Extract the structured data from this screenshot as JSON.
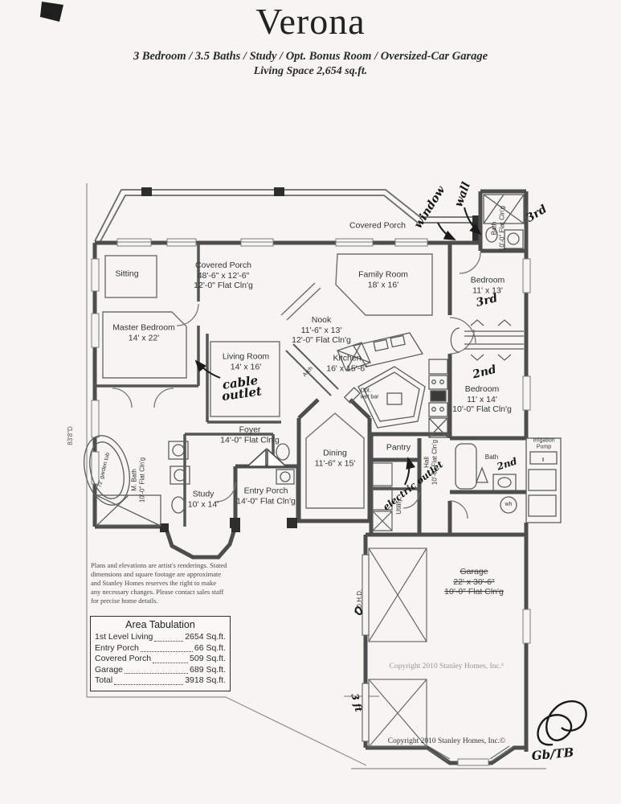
{
  "header": {
    "title": "Verona",
    "subtitle": "3 Bedroom / 3.5 Baths / Study / Opt. Bonus Room / Oversized-Car Garage",
    "living_space": "Living Space 2,654 sq.ft."
  },
  "rooms": {
    "covered_porch_top": {
      "name": "Covered Porch"
    },
    "covered_porch_left": {
      "name": "Covered Porch",
      "dims": "48'-6\" x 12'-6\"",
      "ceiling": "12'-0\"  Flat Cln'g"
    },
    "sitting": {
      "name": "Sitting"
    },
    "master_bedroom": {
      "name": "Master Bedroom",
      "dims": "14' x 22'"
    },
    "family_room": {
      "name": "Family Room",
      "dims": "18' x 16'"
    },
    "nook": {
      "name": "Nook",
      "dims": "11'-6\" x 13'",
      "ceiling": "12'-0\" Flat Cln'g"
    },
    "kitchen": {
      "name": "Kitchen",
      "dims": "16' x 15'-6\""
    },
    "living_room": {
      "name": "Living Room",
      "dims": "14' x 16'"
    },
    "bedroom_3": {
      "name": "Bedroom",
      "dims": "11' x 13'"
    },
    "bedroom_2": {
      "name": "Bedroom",
      "dims": "11' x 14'",
      "ceiling": "10'-0\" Flat Cln'g"
    },
    "bath_3": {
      "name": "Bath",
      "ceiling": "10'-0\" Flat Cln'g"
    },
    "m_bath": {
      "name": "M. Bath",
      "ceiling": "10'-0\" Flat Cln'g"
    },
    "garden_tub": {
      "name": "72' garden tub"
    },
    "foyer": {
      "name": "Foyer",
      "ceiling": "14'-0\" Flat Cln'g"
    },
    "study": {
      "name": "Study",
      "dims": "10' x 14'"
    },
    "entry_porch": {
      "name": "Entry Porch",
      "ceiling": "14'-0\" Flat Cln'g"
    },
    "dining": {
      "name": "Dining",
      "dims": "11'-6\" x 15'"
    },
    "pantry": {
      "name": "Pantry"
    },
    "hall": {
      "name": "Hall",
      "ceiling": "10'-0\" Flat Cln'g"
    },
    "utility": {
      "name": "Utility"
    },
    "bath_2": {
      "name": "Bath"
    },
    "irrigation_pump": {
      "line1": "Irrigation",
      "line2": "Pump"
    },
    "water_heater": {
      "name": "wh"
    },
    "garage": {
      "name": "Garage",
      "dims": "22' x 30'-6\"",
      "ceiling": "10'-0\" Flat Cln'g"
    },
    "ohd": {
      "name": "O.H.D."
    },
    "arch": {
      "name": "Arch"
    },
    "wet_bar": {
      "line1": "Opt.",
      "line2": "wet bar"
    }
  },
  "dimensions": {
    "left_depth": "83'8\"D"
  },
  "annotations": {
    "window": "window",
    "wall": "wall",
    "third_top_bath": "3rd",
    "third_bedroom": "3rd",
    "second_bedroom": "2nd",
    "second_bath": "2nd",
    "cable_line1": "cable",
    "cable_line2": "outlet",
    "electric_outlet": "electric outlet",
    "three_ft": "3 ft",
    "initials": "Gb/TB"
  },
  "disclaimer": "Plans and elevations are artist's renderings. Stated dimensions and square footage are approximate and Stanley Homes reserves the right to make any necessary changes. Please contact sales staff for precise home details.",
  "area_tabulation": {
    "title": "Area Tabulation",
    "rows": [
      {
        "label": "1st Level Living",
        "value": "2654 Sq.ft."
      },
      {
        "label": "Entry Porch",
        "value": "66 Sq.ft."
      },
      {
        "label": "Covered Porch",
        "value": "509 Sq.ft."
      },
      {
        "label": "Garage",
        "value": "689 Sq.ft."
      },
      {
        "label": "Total",
        "value": "3918 Sq.ft."
      }
    ]
  },
  "copyright": {
    "mid": "Copyright 2010 Stanley Homes, Inc.⁶",
    "bottom": "Copyright 2010 Stanley Homes, Inc.©"
  }
}
